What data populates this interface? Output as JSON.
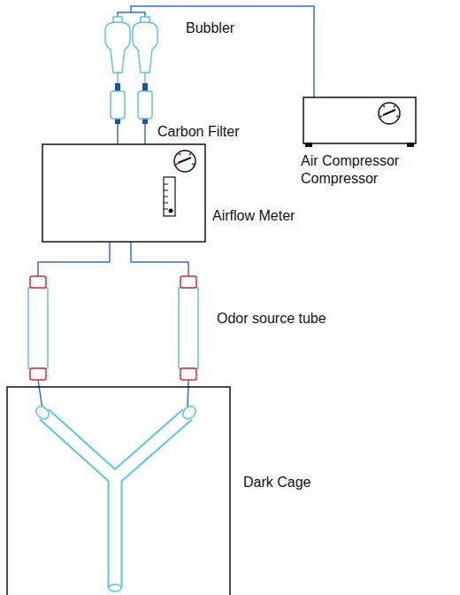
{
  "diagram": {
    "labels": [
      "Bubbler",
      "Carbon Filter",
      "Air Compressor",
      "Compressor",
      "Airflow Meter",
      "Odor source tube",
      "Dark Cage"
    ]
  }
}
